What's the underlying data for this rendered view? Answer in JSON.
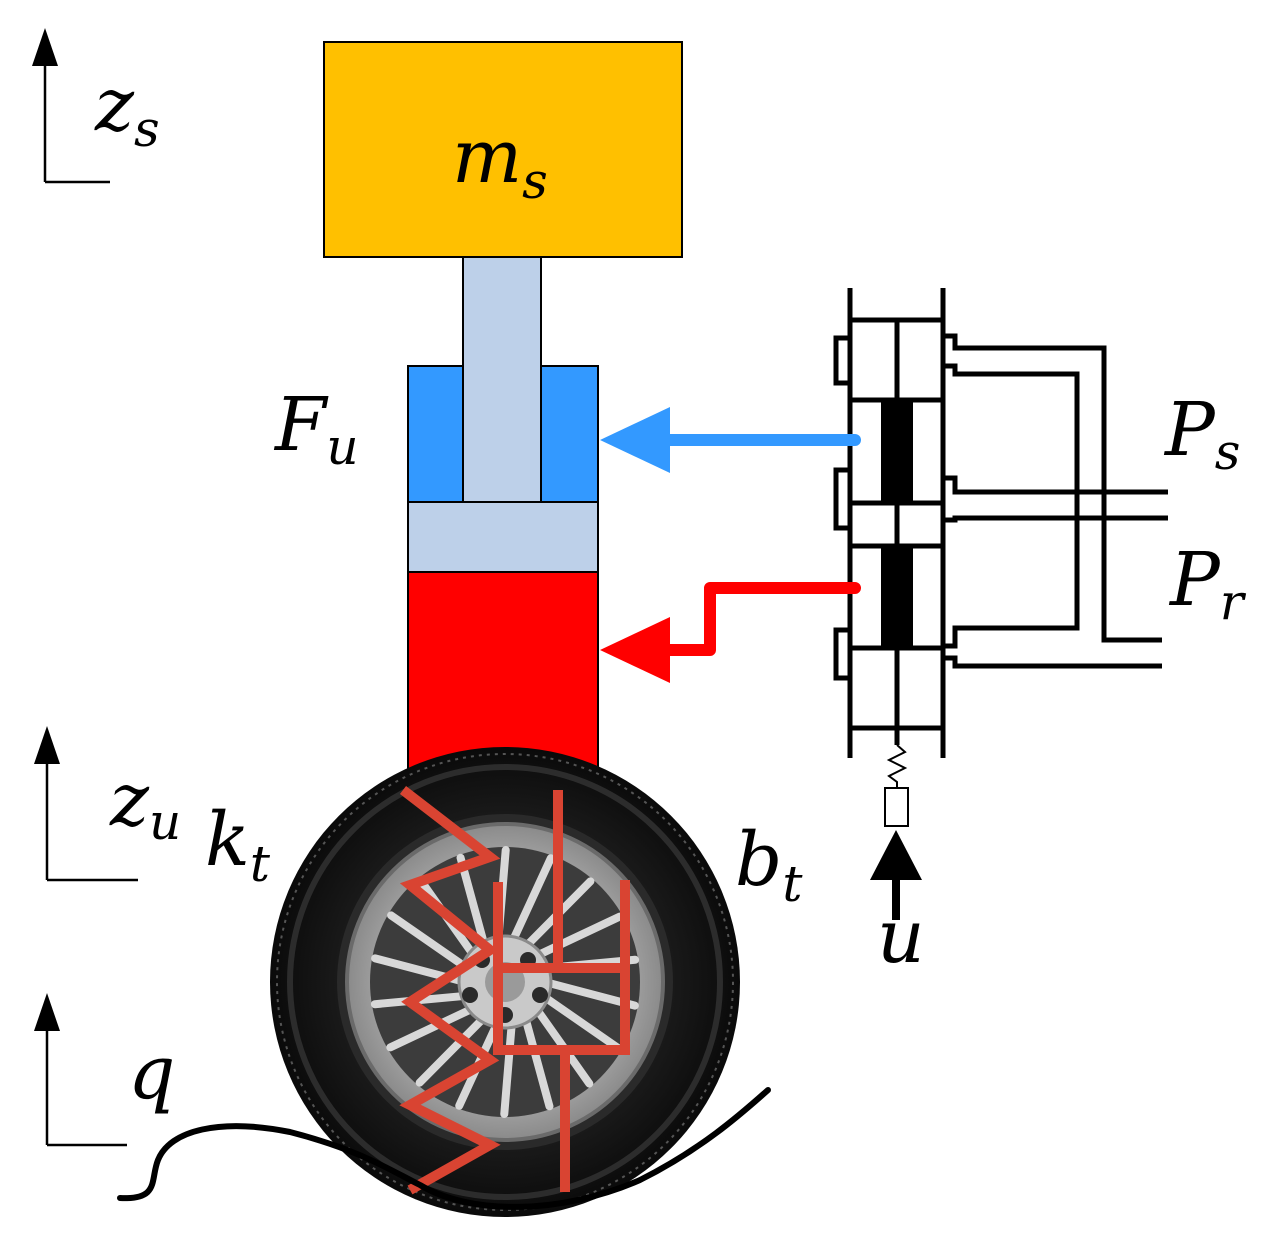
{
  "labels": {
    "sprung_mass": {
      "main": "m",
      "sub": "s"
    },
    "actuator_force": {
      "main": "F",
      "sub": "u"
    },
    "sprung_disp": {
      "main": "z",
      "sub": "s"
    },
    "unsprung_disp": {
      "main": "z",
      "sub": "u"
    },
    "tire_stiffness": {
      "main": "k",
      "sub": "t"
    },
    "tire_damping": {
      "main": "b",
      "sub": "t"
    },
    "road_input": {
      "main": "q"
    },
    "supply_pressure": {
      "main": "P",
      "sub": "s"
    },
    "return_pressure": {
      "main": "P",
      "sub": "r"
    },
    "control_input": {
      "main": "u"
    }
  },
  "colors": {
    "mass": "#FFC000",
    "rod": "#BDD0E9",
    "upper_chamber": "#3399FF",
    "lower_chamber": "#FF0000",
    "tire_model": "#D94432",
    "ink": "#000000"
  },
  "icons": [
    "up-arrow-icon",
    "wheel-icon",
    "spring-icon",
    "damper-icon",
    "servo-valve-icon"
  ]
}
